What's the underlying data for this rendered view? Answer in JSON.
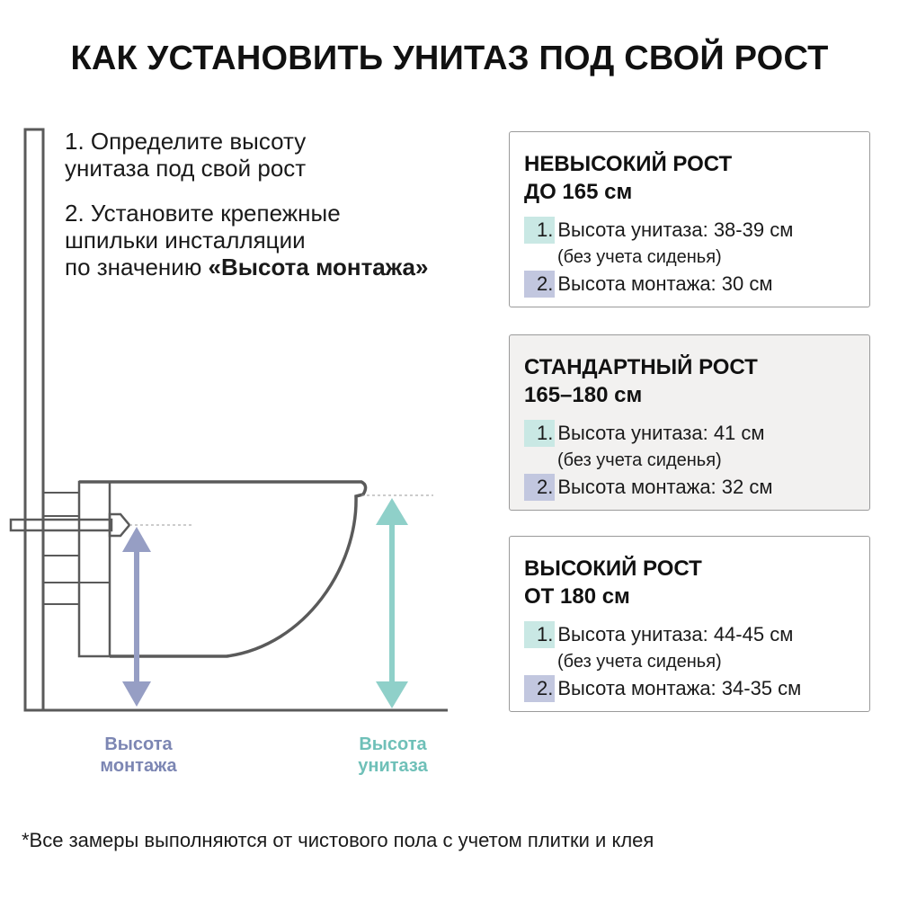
{
  "title": "КАК УСТАНОВИТЬ УНИТАЗ ПОД СВОЙ РОСТ",
  "instructions": {
    "step1_line1": "1.  Определите высоту",
    "step1_line2": "унитаза под свой рост",
    "step2_line1": "2. Установите крепежные",
    "step2_line2": "шпильки инсталляции",
    "step2_line3_prefix": "по значению ",
    "step2_line3_bold": "«Высота монтажа»"
  },
  "diagram_labels": {
    "mount_line1": "Высота",
    "mount_line2": "монтажа",
    "bowl_line1": "Высота",
    "bowl_line2": "унитаза"
  },
  "colors": {
    "mount_arrow": "#969ec4",
    "bowl_arrow": "#8fd0c9",
    "outline": "#5a5a5a"
  },
  "cards": [
    {
      "heading_line1": "НЕВЫСОКИЙ РОСТ",
      "heading_line2": "ДО 165 см",
      "item1_num": "1.",
      "item1_text": "Высота унитаза: 38-39 см",
      "item1_note": "(без учета сиденья)",
      "item2_num": "2.",
      "item2_text": "Высота монтажа: 30 см"
    },
    {
      "heading_line1": "СТАНДАРТНЫЙ РОСТ",
      "heading_line2": "165–180 см",
      "item1_num": "1.",
      "item1_text": "Высота унитаза: 41 см",
      "item1_note": "(без учета сиденья)",
      "item2_num": "2.",
      "item2_text": "Высота монтажа: 32 см"
    },
    {
      "heading_line1": "ВЫСОКИЙ РОСТ",
      "heading_line2": "ОТ 180 см",
      "item1_num": "1.",
      "item1_text": "Высота унитаза: 44-45 см",
      "item1_note": "(без учета сиденья)",
      "item2_num": "2.",
      "item2_text": "Высота монтажа: 34-35 см"
    }
  ],
  "footnote": "*Все замеры выполняются от чистового пола с учетом плитки и клея"
}
